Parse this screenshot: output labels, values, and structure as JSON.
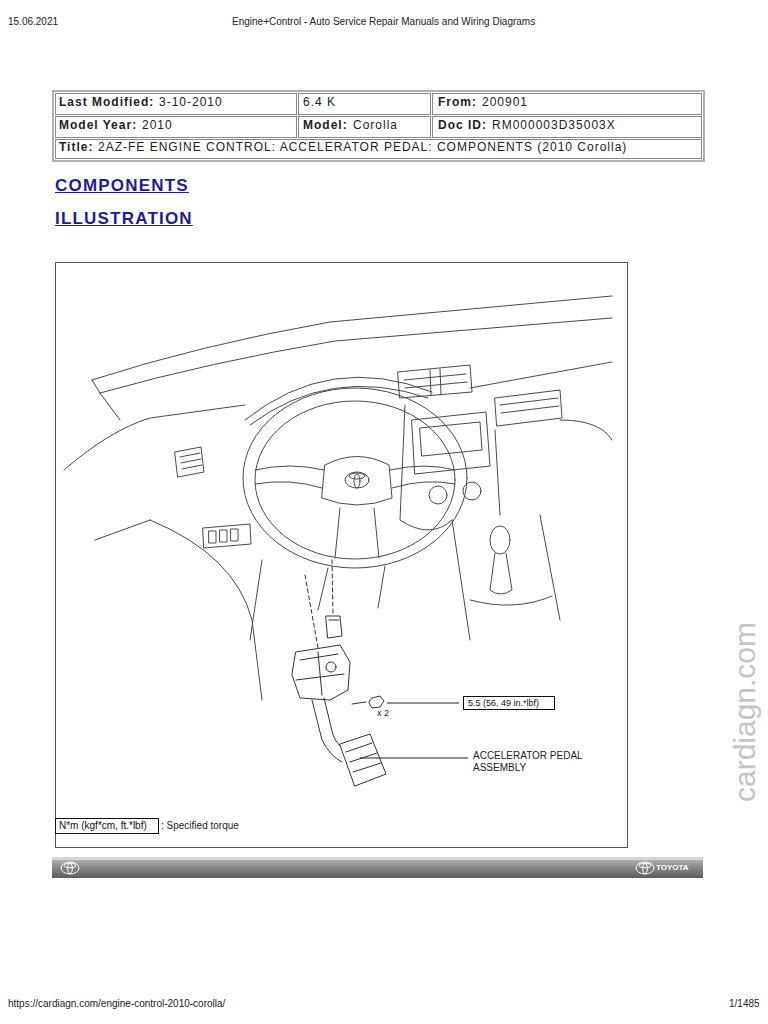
{
  "diagram": {
    "title": "COMPONENTS",
    "nodes": [
      {
        "text": [
          "5.5 (56, 49 in.*lbf)"
        ]
      },
      {
        "text": [
          "N*m (kgf*cm, ft.*lbf)"
        ]
      }
    ],
    "labels": [
      "15.06.2021",
      "Engine+Control - Auto Service Repair Manuals and Wiring Diagrams",
      "Last Modified:",
      "3-10-2010",
      "6.4 K",
      "From:",
      "200901",
      "Model Year:",
      "2010",
      "Model:",
      "Corolla",
      "Doc ID:",
      "RM000003D35003X",
      "Title:",
      "2AZ-FE ENGINE CONTROL: ACCELERATOR PEDAL: COMPONENTS (2010 Corolla)",
      "ILLUSTRATION",
      "x 2",
      "ACCELERATOR PEDAL ASSEMBLY",
      ": Specified torque",
      "TOYOTA",
      "cardiagn.com",
      "https://cardiagn.com/engine-control-2010-corolla/",
      "1/1485"
    ]
  }
}
